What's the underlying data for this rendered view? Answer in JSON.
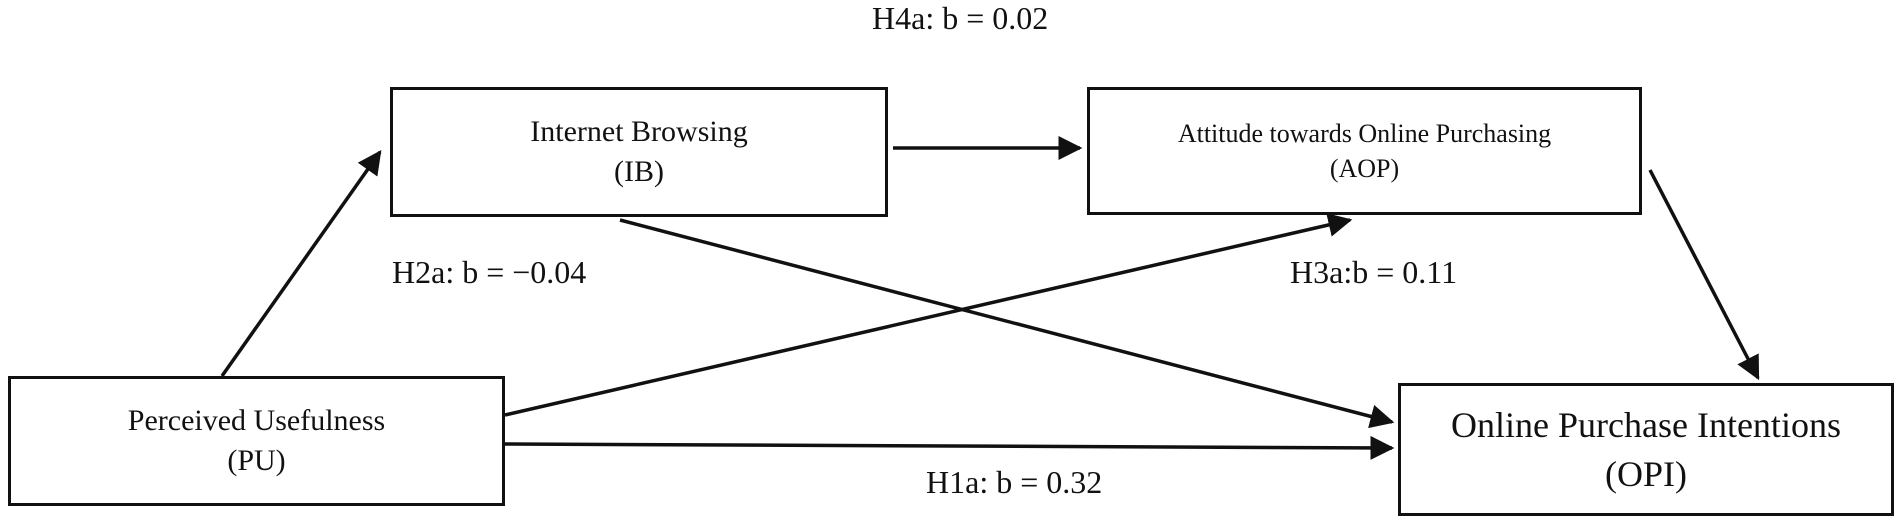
{
  "nodes": {
    "ib": {
      "title": "Internet Browsing",
      "abbr": "(IB)"
    },
    "aop": {
      "title": "Attitude towards Online Purchasing",
      "abbr": "(AOP)"
    },
    "pu": {
      "title": "Perceived Usefulness",
      "abbr": "(PU)"
    },
    "opi": {
      "title": "Online Purchase Intentions",
      "abbr": "(OPI)"
    }
  },
  "paths": {
    "h4a": "H4a: b = 0.02",
    "h2a": "H2a: b = −0.04",
    "h3a": "H3a:b = 0.11",
    "h1a": "H1a: b = 0.32"
  }
}
